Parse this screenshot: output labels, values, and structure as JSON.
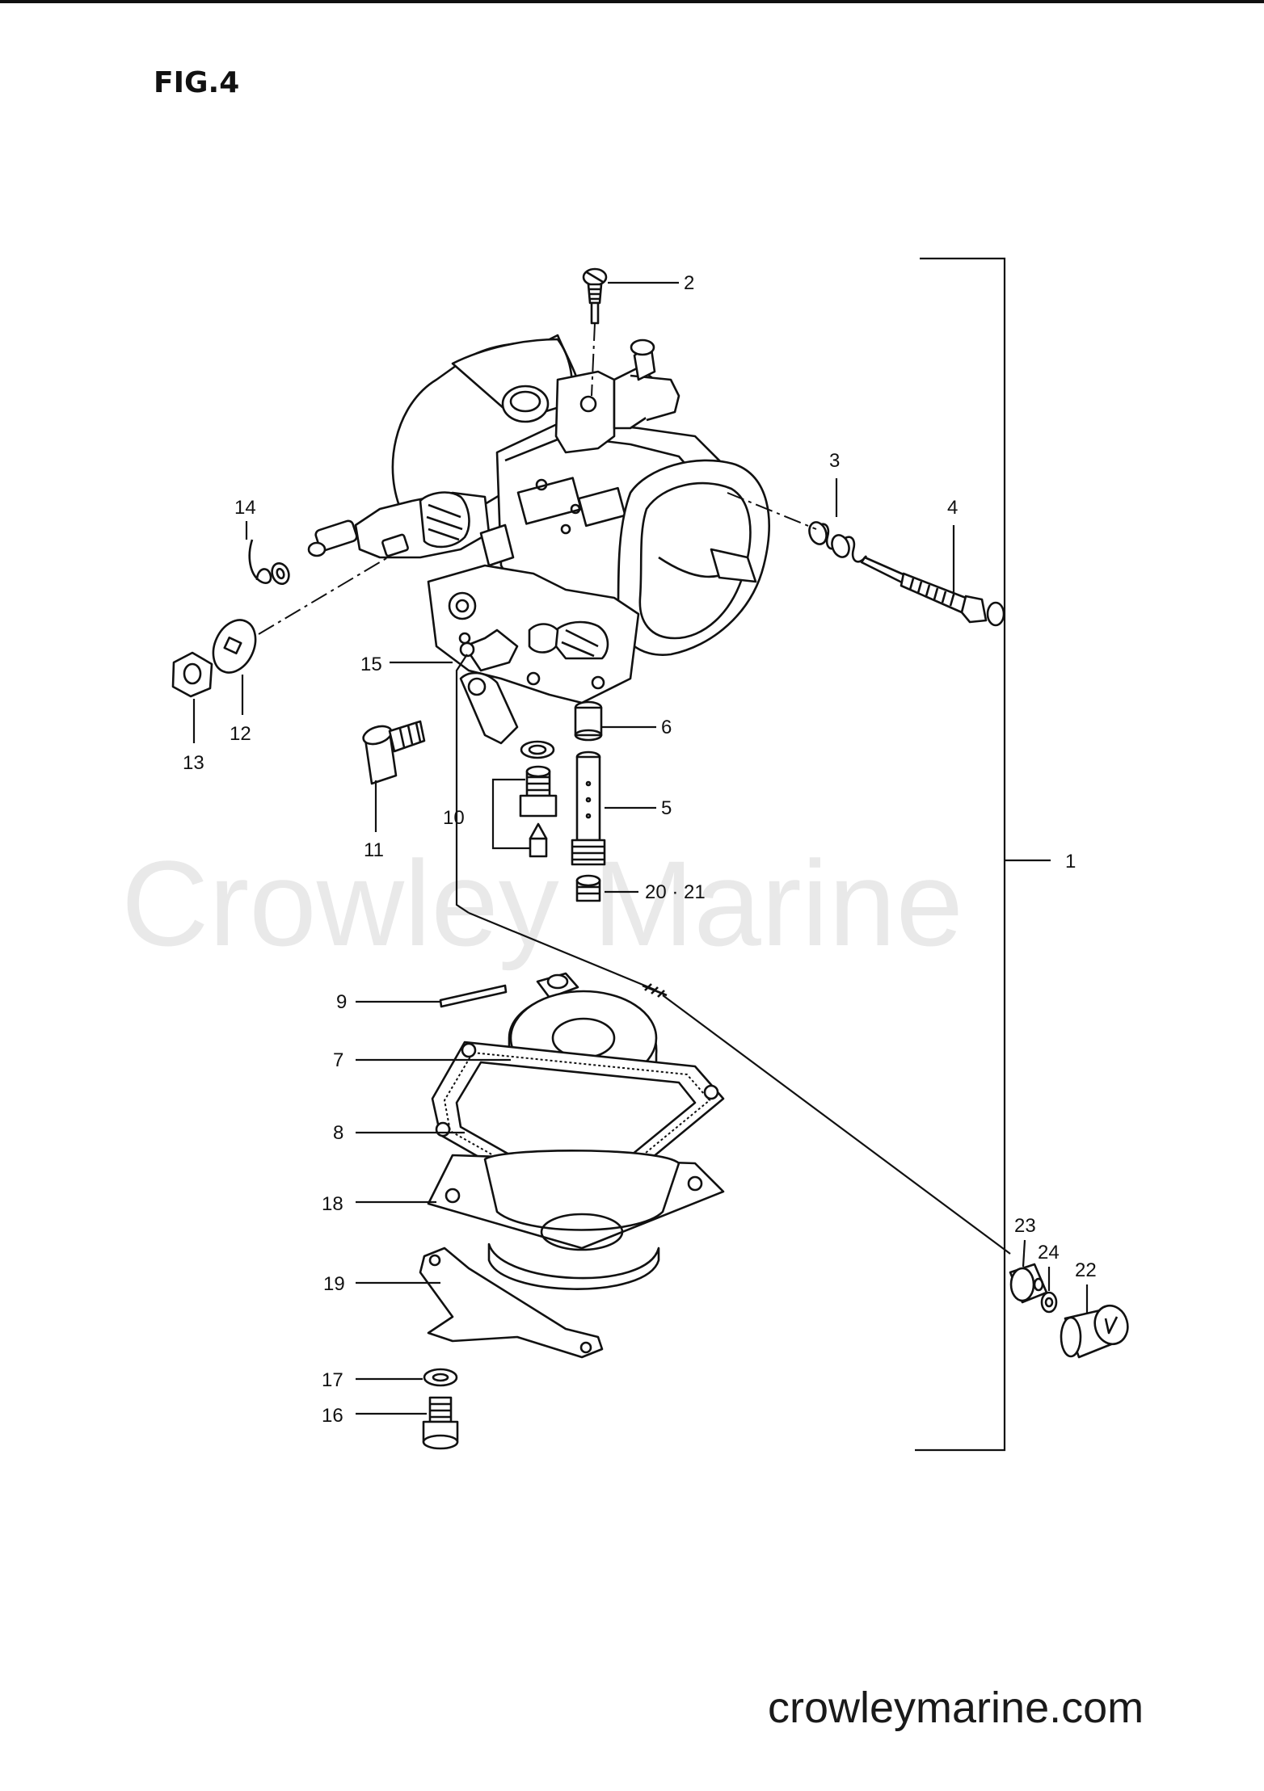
{
  "figure": {
    "title": "FIG.4"
  },
  "watermark": "Crowley Marine",
  "footer": {
    "site": "crowleymarine.com"
  },
  "callouts": [
    {
      "id": "c1",
      "label": "1"
    },
    {
      "id": "c2",
      "label": "2"
    },
    {
      "id": "c3",
      "label": "3"
    },
    {
      "id": "c4",
      "label": "4"
    },
    {
      "id": "c5",
      "label": "5"
    },
    {
      "id": "c6",
      "label": "6"
    },
    {
      "id": "c7",
      "label": "7"
    },
    {
      "id": "c8",
      "label": "8"
    },
    {
      "id": "c9",
      "label": "9"
    },
    {
      "id": "c10",
      "label": "10"
    },
    {
      "id": "c11",
      "label": "11"
    },
    {
      "id": "c12",
      "label": "12"
    },
    {
      "id": "c13",
      "label": "13"
    },
    {
      "id": "c14",
      "label": "14"
    },
    {
      "id": "c15",
      "label": "15"
    },
    {
      "id": "c16",
      "label": "16"
    },
    {
      "id": "c17",
      "label": "17"
    },
    {
      "id": "c18",
      "label": "18"
    },
    {
      "id": "c19",
      "label": "19"
    },
    {
      "id": "c20",
      "label": "20 · 21"
    },
    {
      "id": "c22",
      "label": "22"
    },
    {
      "id": "c23",
      "label": "23"
    },
    {
      "id": "c24",
      "label": "24"
    }
  ]
}
